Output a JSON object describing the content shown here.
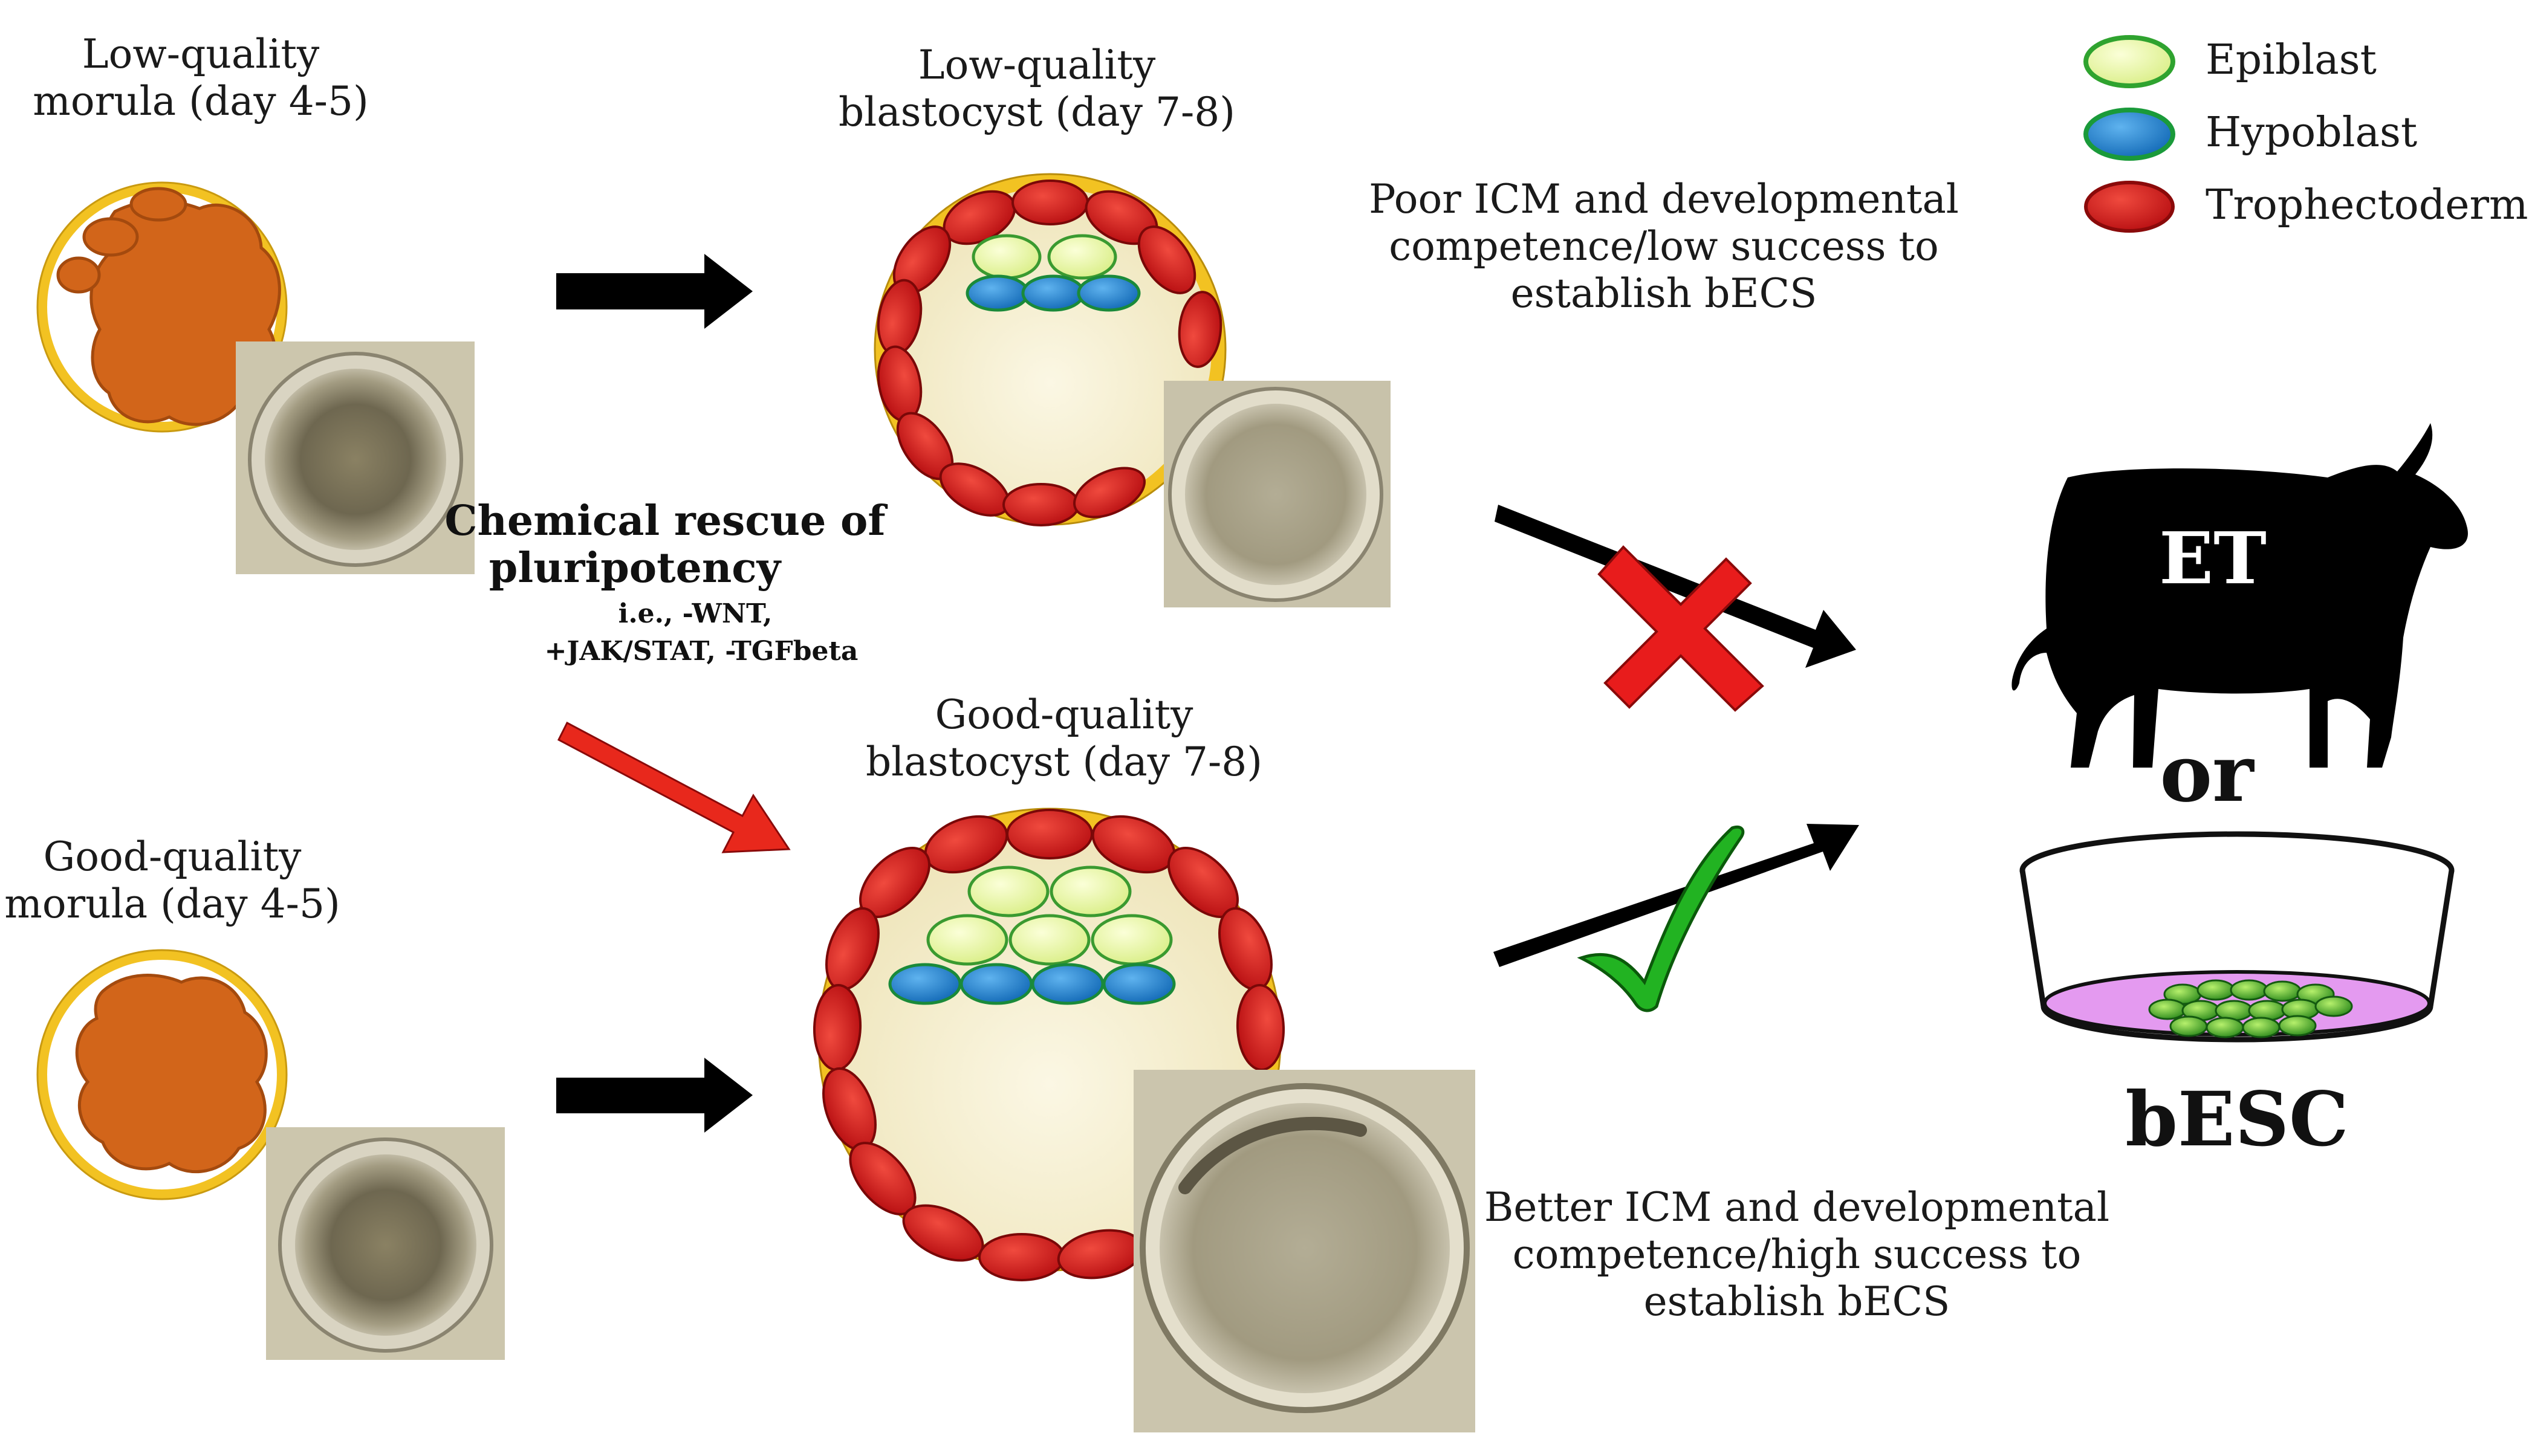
{
  "labels": {
    "low_morula_l1": "Low-quality",
    "low_morula_l2": "morula (day 4-5)",
    "low_blasto_l1": "Low-quality",
    "low_blasto_l2": "blastocyst (day 7-8)",
    "good_blasto_l1": "Good-quality",
    "good_blasto_l2": "blastocyst (day 7-8)",
    "good_morula_l1": "Good-quality",
    "good_morula_l2": "morula (day 4-5)",
    "rescue_l1": "Chemical rescue of",
    "rescue_l2": "pluripotency",
    "rescue_l3": "i.e., -WNT,",
    "rescue_l4": "+JAK/STAT, -TGFbeta",
    "poor_l1": "Poor ICM and developmental",
    "poor_l2": "competence/low success to",
    "poor_l3": "establish bECS",
    "better_l1": "Better ICM and developmental",
    "better_l2": "competence/high success to",
    "better_l3": "establish bECS",
    "et": "ET",
    "or": "or",
    "besc": "bESC"
  },
  "legend": {
    "items": [
      {
        "label": "Epiblast",
        "color": "#e6f59a"
      },
      {
        "label": "Hypoblast",
        "color": "#1e7fc8"
      },
      {
        "label": "Trophectoderm",
        "color": "#d41c1c"
      }
    ]
  },
  "colors": {
    "morula": "#d2651a",
    "zona": "#f2c222",
    "blastocoel": "#f6f0cf",
    "dish_medium": "#e49af0",
    "rescue_arrow": "#e8281c",
    "check": "#22b322",
    "cross": "#e81c1c"
  }
}
